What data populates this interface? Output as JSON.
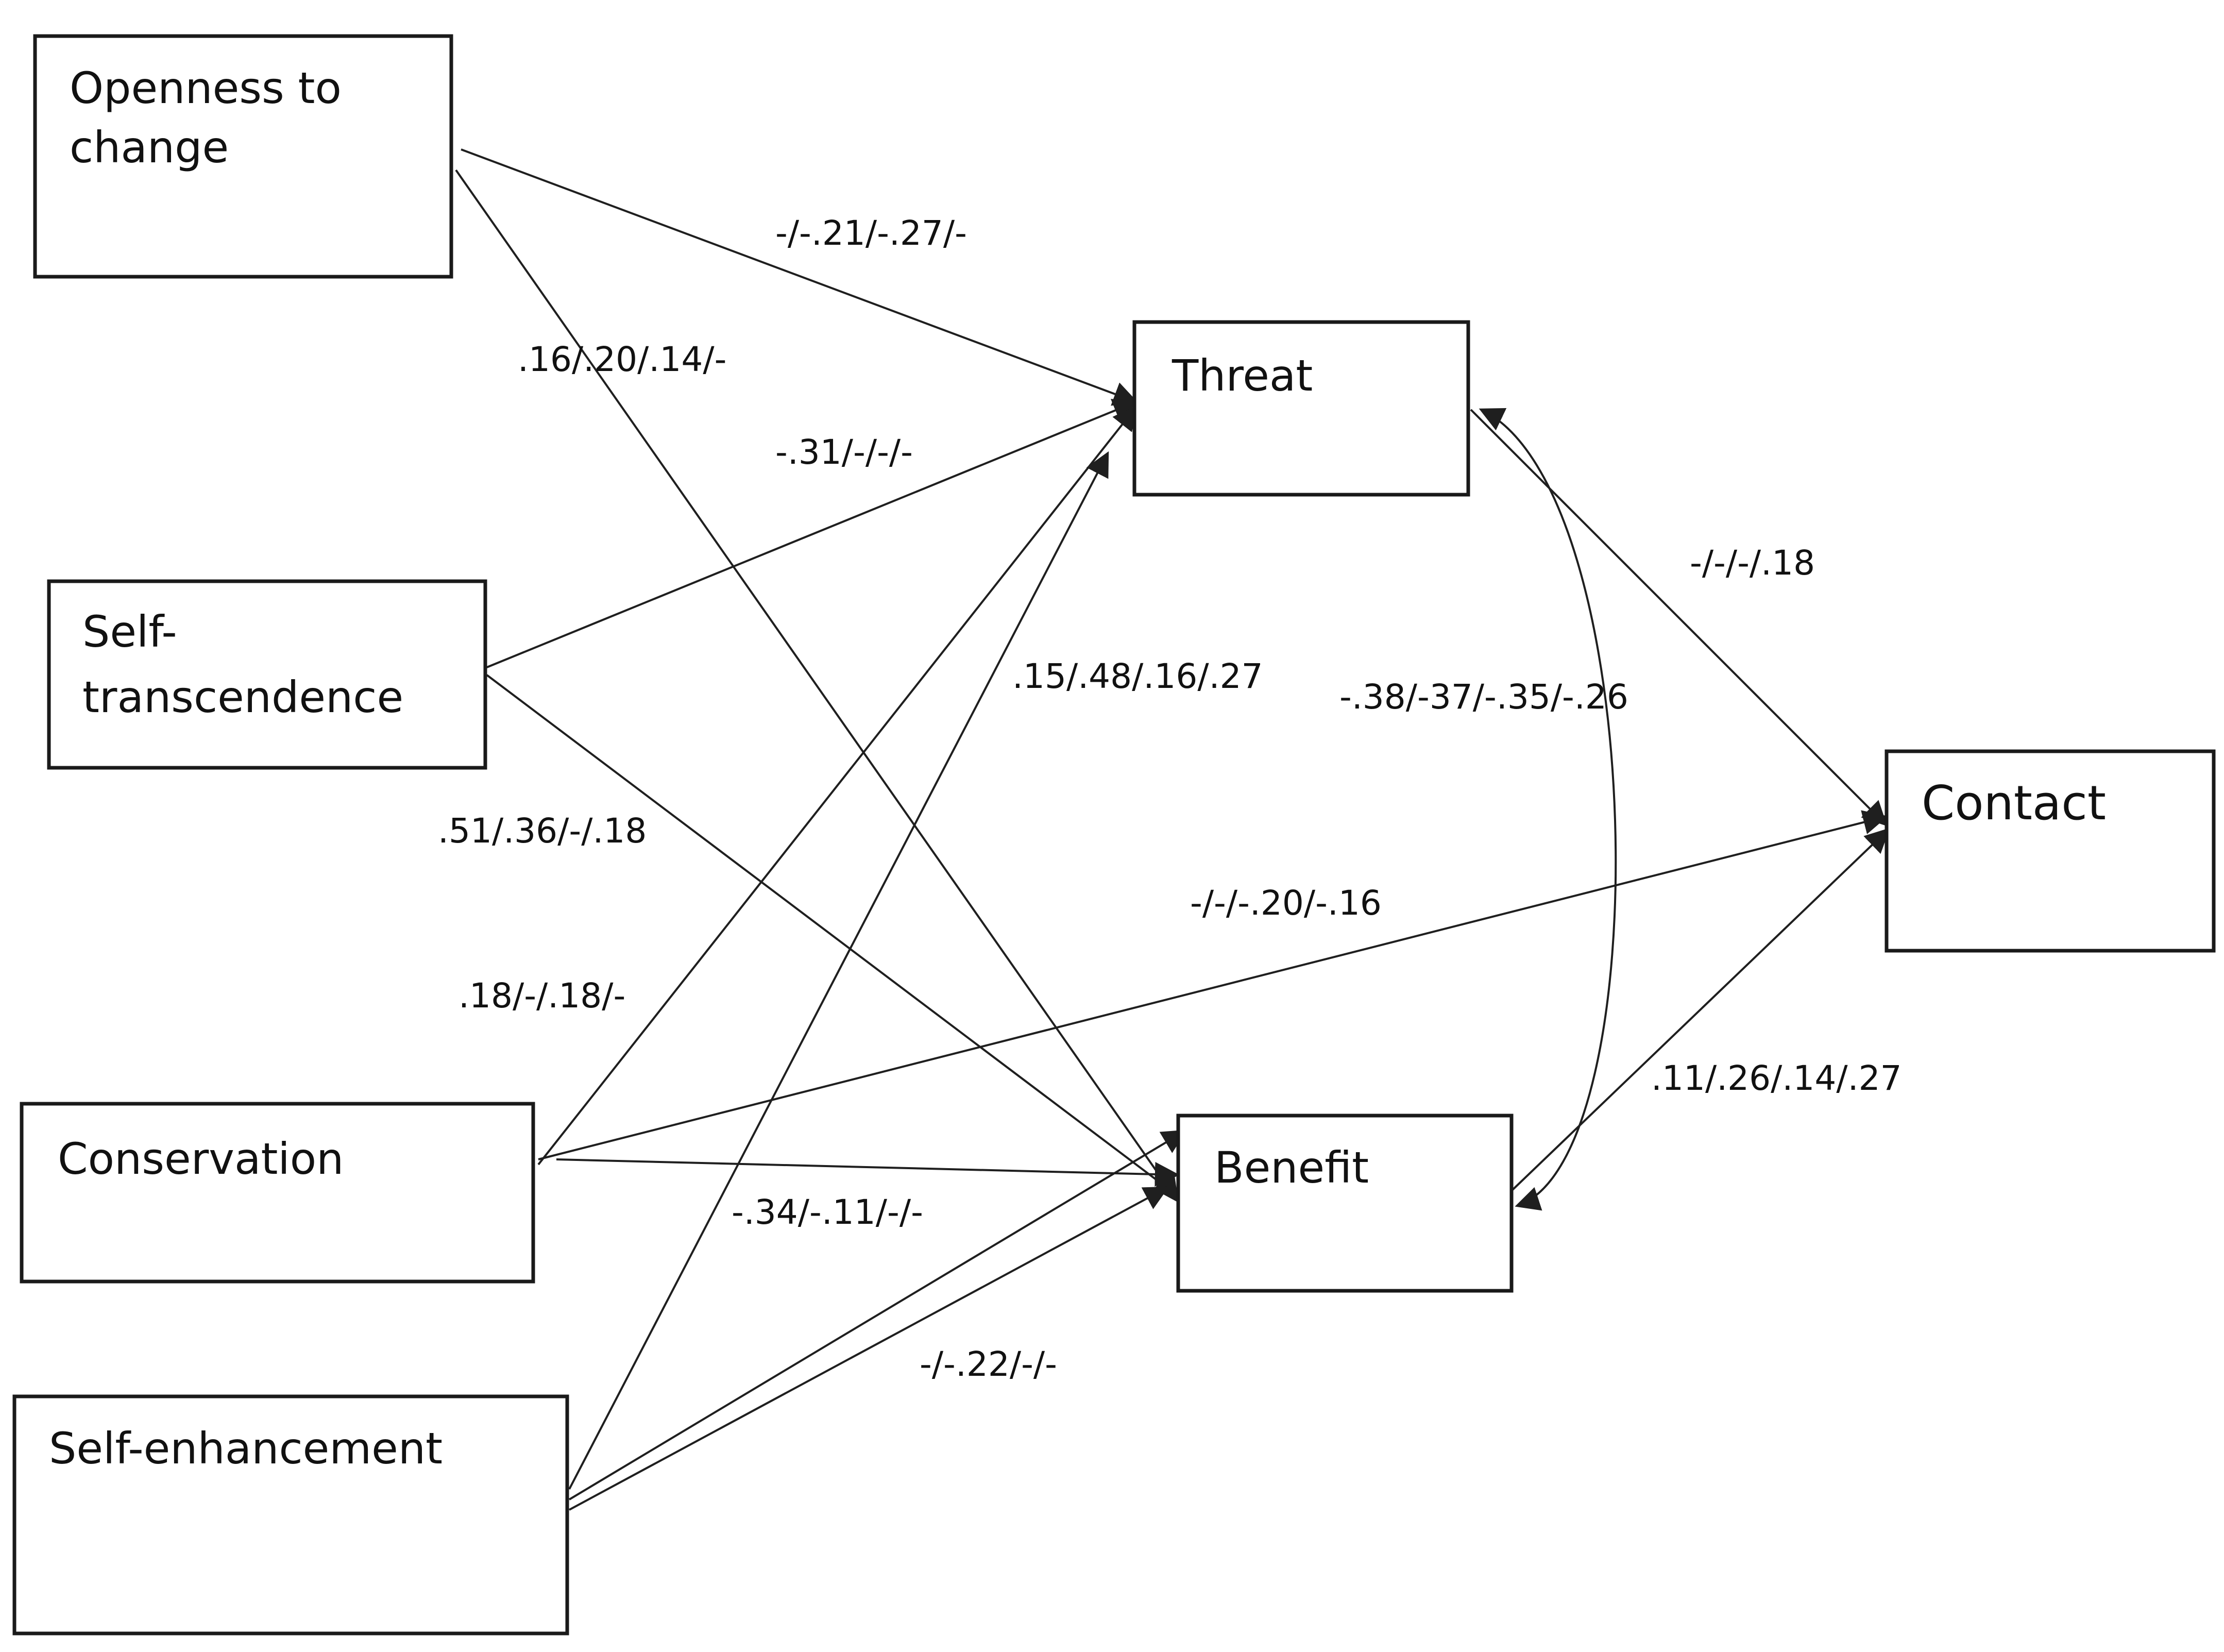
{
  "nodes": {
    "openness": {
      "line1": "Openness to",
      "line2": "change"
    },
    "self_transcendence": {
      "line1": "Self-",
      "line2": "transcendence"
    },
    "conservation": {
      "label": "Conservation"
    },
    "self_enhancement": {
      "label": "Self-enhancement"
    },
    "threat": {
      "label": "Threat"
    },
    "benefit": {
      "label": "Benefit"
    },
    "contact": {
      "label": "Contact"
    }
  },
  "edges": {
    "openness_threat": "-/-.21/-.27/-",
    "openness_benefit": ".16/.20/.14/-",
    "selftrans_threat": "-.31/-/-/-",
    "selftrans_benefit": ".51/.36/-/.18",
    "conservation_threat": ".18/-/.18/-",
    "conservation_contact": "-/-/-.20/-.16",
    "enhancement_threat": ".15/.48/.16/.27",
    "enhancement_conservation_benefit": "-.34/-.11/-/-",
    "enhancement_benefit": "-/-.22/-/-",
    "threat_benefit_correlation": "-.38/-37/-.35/-.26",
    "threat_contact": "-/-/-/.18",
    "benefit_contact": ".11/.26/.14/.27"
  },
  "colors": {
    "line": "#1f1f1f",
    "box_fill": "#ffffff",
    "text": "#111111"
  }
}
